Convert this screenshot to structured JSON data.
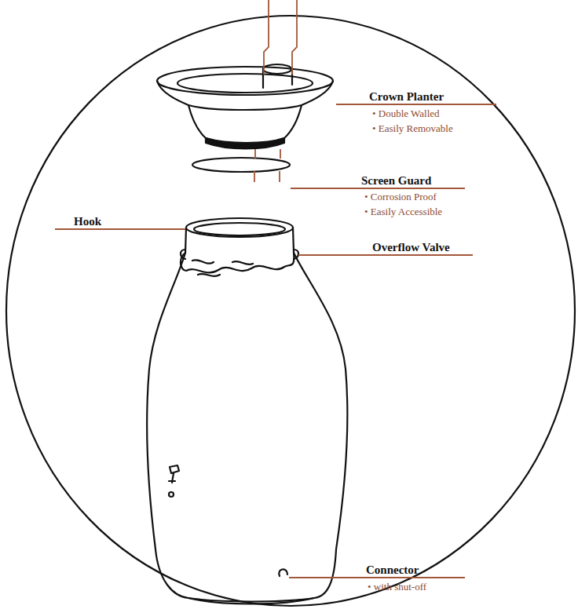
{
  "diagram": {
    "labels": [
      "Crown Planter",
      "• Double Walled",
      "• Easily Removable",
      "Screen Guard",
      "• Corrosion Proof",
      "• Easily Accessible",
      "Hook",
      "Overflow Valve",
      "Connector",
      "• with shut-off"
    ]
  }
}
